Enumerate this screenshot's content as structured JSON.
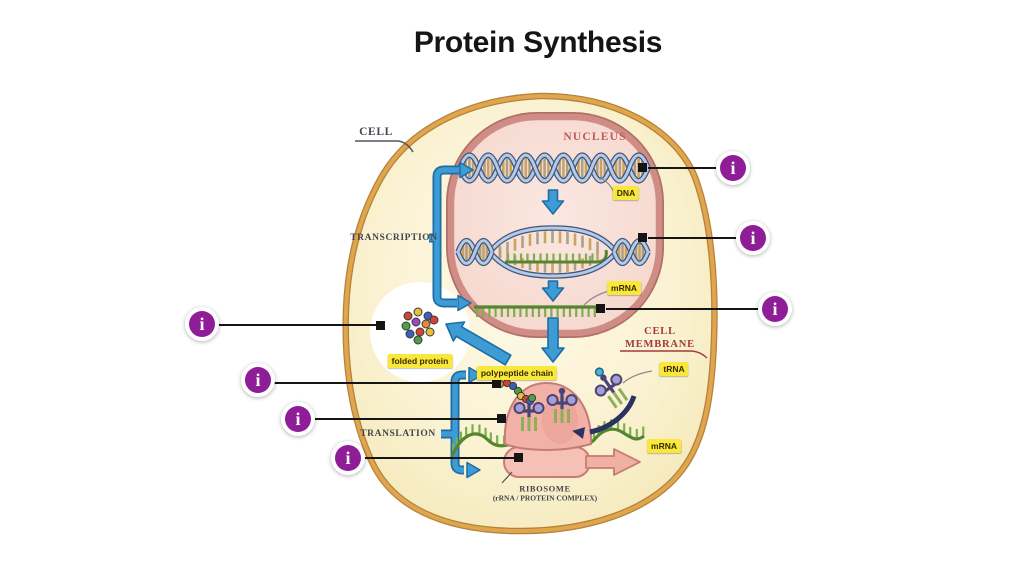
{
  "title": "Protein Synthesis",
  "labels": {
    "cell": "CELL",
    "nucleus": "NUCLEUS",
    "transcription": "TRANSCRIPTION",
    "translation": "TRANSLATION",
    "cell_membrane_1": "CELL",
    "cell_membrane_2": "MEMBRANE",
    "dna": "DNA",
    "mrna_nucleus": "mRNA",
    "mrna_cytoplasm": "mRNA",
    "trna": "tRNA",
    "polypeptide_chain": "polypeptide chain",
    "folded_protein": "folded protein",
    "ribosome": "RIBOSOME",
    "ribosome_sub": "(rRNA / PROTEIN COMPLEX)"
  },
  "info_icon": {
    "glyph": "i"
  },
  "colors": {
    "accent_purple": "#8e1d97",
    "arrow_blue": "#3d9cd4",
    "arrow_blue_dark": "#1e6da6",
    "label_yellow": "#f9e73c",
    "nucleus_text": "#c25a5a",
    "membrane_text": "#a13b3b",
    "cell_fill": "#f9f0cc",
    "cell_border": "#d99c48",
    "nucleus_fill": "#f8dcd4",
    "nucleus_ring": "#ca857e",
    "dna_strand": "#b3cce6",
    "mrna_green": "#55862f",
    "ribosome_pink": "#f2b1a7",
    "trna_purple": "#a79ed2"
  }
}
